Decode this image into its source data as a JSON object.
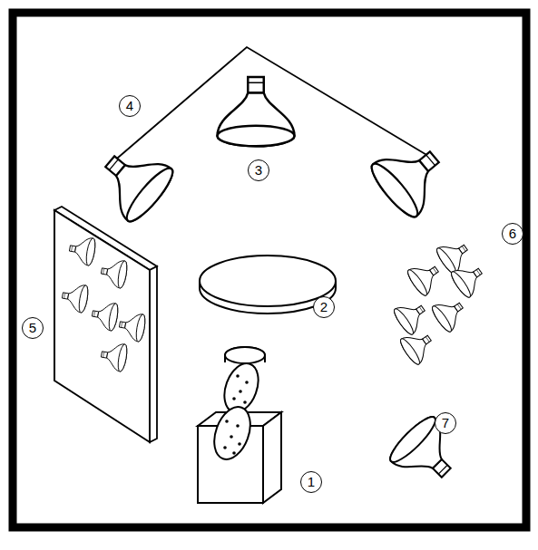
{
  "diagram": {
    "labels": [
      "4",
      "3",
      "6",
      "2",
      "5",
      "7",
      "1"
    ]
  }
}
